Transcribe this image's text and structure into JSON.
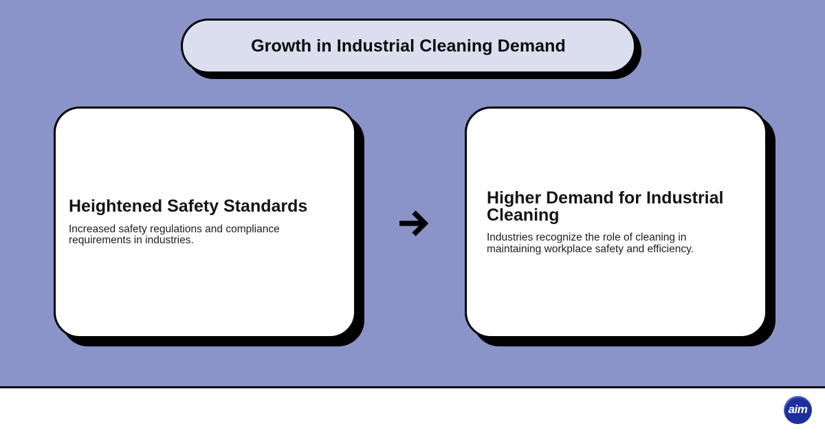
{
  "colors": {
    "background": "#8a94c8",
    "pill_fill": "#dbdeef",
    "card_fill": "#ffffff",
    "outline": "#000000",
    "logo_blue": "#1d2f9f"
  },
  "header": {
    "title": "Growth in Industrial Cleaning Demand"
  },
  "cards": [
    {
      "heading": "Heightened Safety Standards",
      "body": "Increased safety regulations and compliance\nrequirements in industries."
    },
    {
      "heading": "Higher Demand for Industrial\nCleaning",
      "body": "Industries recognize the role of cleaning in\nmaintaining workplace safety and efficiency."
    }
  ],
  "connector": {
    "icon": "right-arrow"
  },
  "footer": {
    "logo_text": "aim"
  }
}
